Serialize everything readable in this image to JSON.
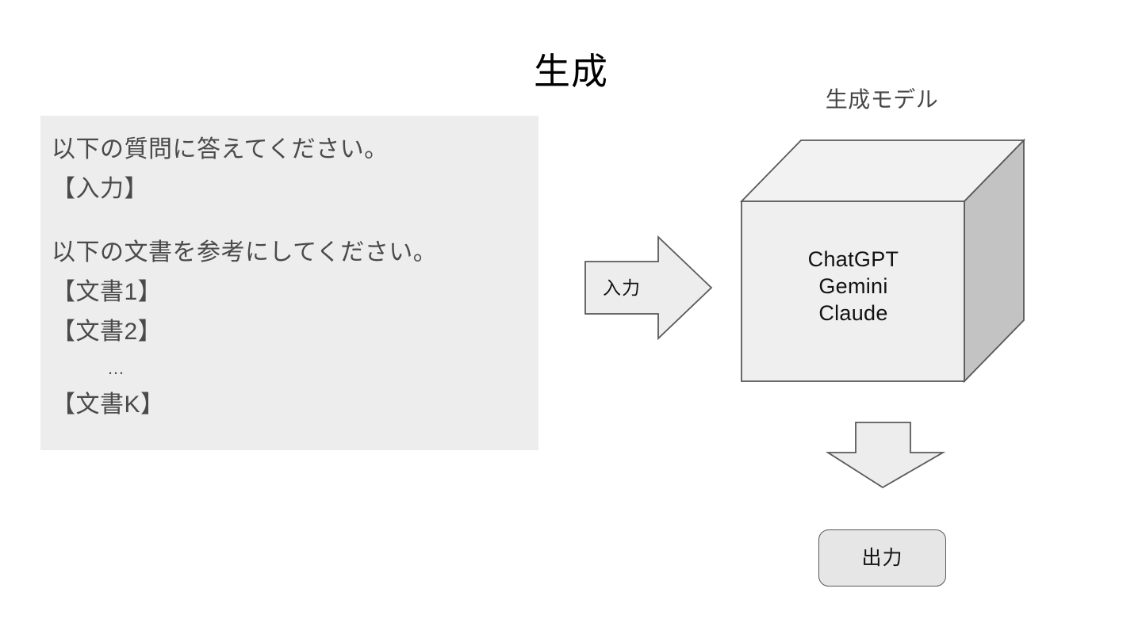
{
  "slide": {
    "title": "生成",
    "background_color": "#ffffff"
  },
  "prompt_box": {
    "background_color": "#ededed",
    "text_color": "#4a4a4a",
    "lines": [
      {
        "text": "以下の質問に答えてください。",
        "kind": "text"
      },
      {
        "text": "【入力】",
        "kind": "text"
      },
      {
        "text": "",
        "kind": "blank"
      },
      {
        "text": "以下の文書を参考にしてください。",
        "kind": "text"
      },
      {
        "text": "【文書1】",
        "kind": "text"
      },
      {
        "text": "【文書2】",
        "kind": "text"
      },
      {
        "text": "…",
        "kind": "ellipsis"
      },
      {
        "text": "【文書K】",
        "kind": "text"
      }
    ]
  },
  "input_arrow": {
    "label": "入力",
    "direction": "right",
    "fill_color": "#ededed",
    "stroke_color": "#595959"
  },
  "model": {
    "caption": "生成モデル",
    "caption_color": "#464646",
    "names": [
      "ChatGPT",
      "Gemini",
      "Claude"
    ],
    "front_face_color": "#efefef",
    "top_face_color": "#f2f2f2",
    "side_face_color": "#c3c3c3",
    "stroke_color": "#595959"
  },
  "output_arrow": {
    "direction": "down",
    "fill_color": "#ededed",
    "stroke_color": "#595959"
  },
  "output_box": {
    "label": "出力",
    "fill_color": "#e6e6e6",
    "stroke_color": "#595959"
  }
}
